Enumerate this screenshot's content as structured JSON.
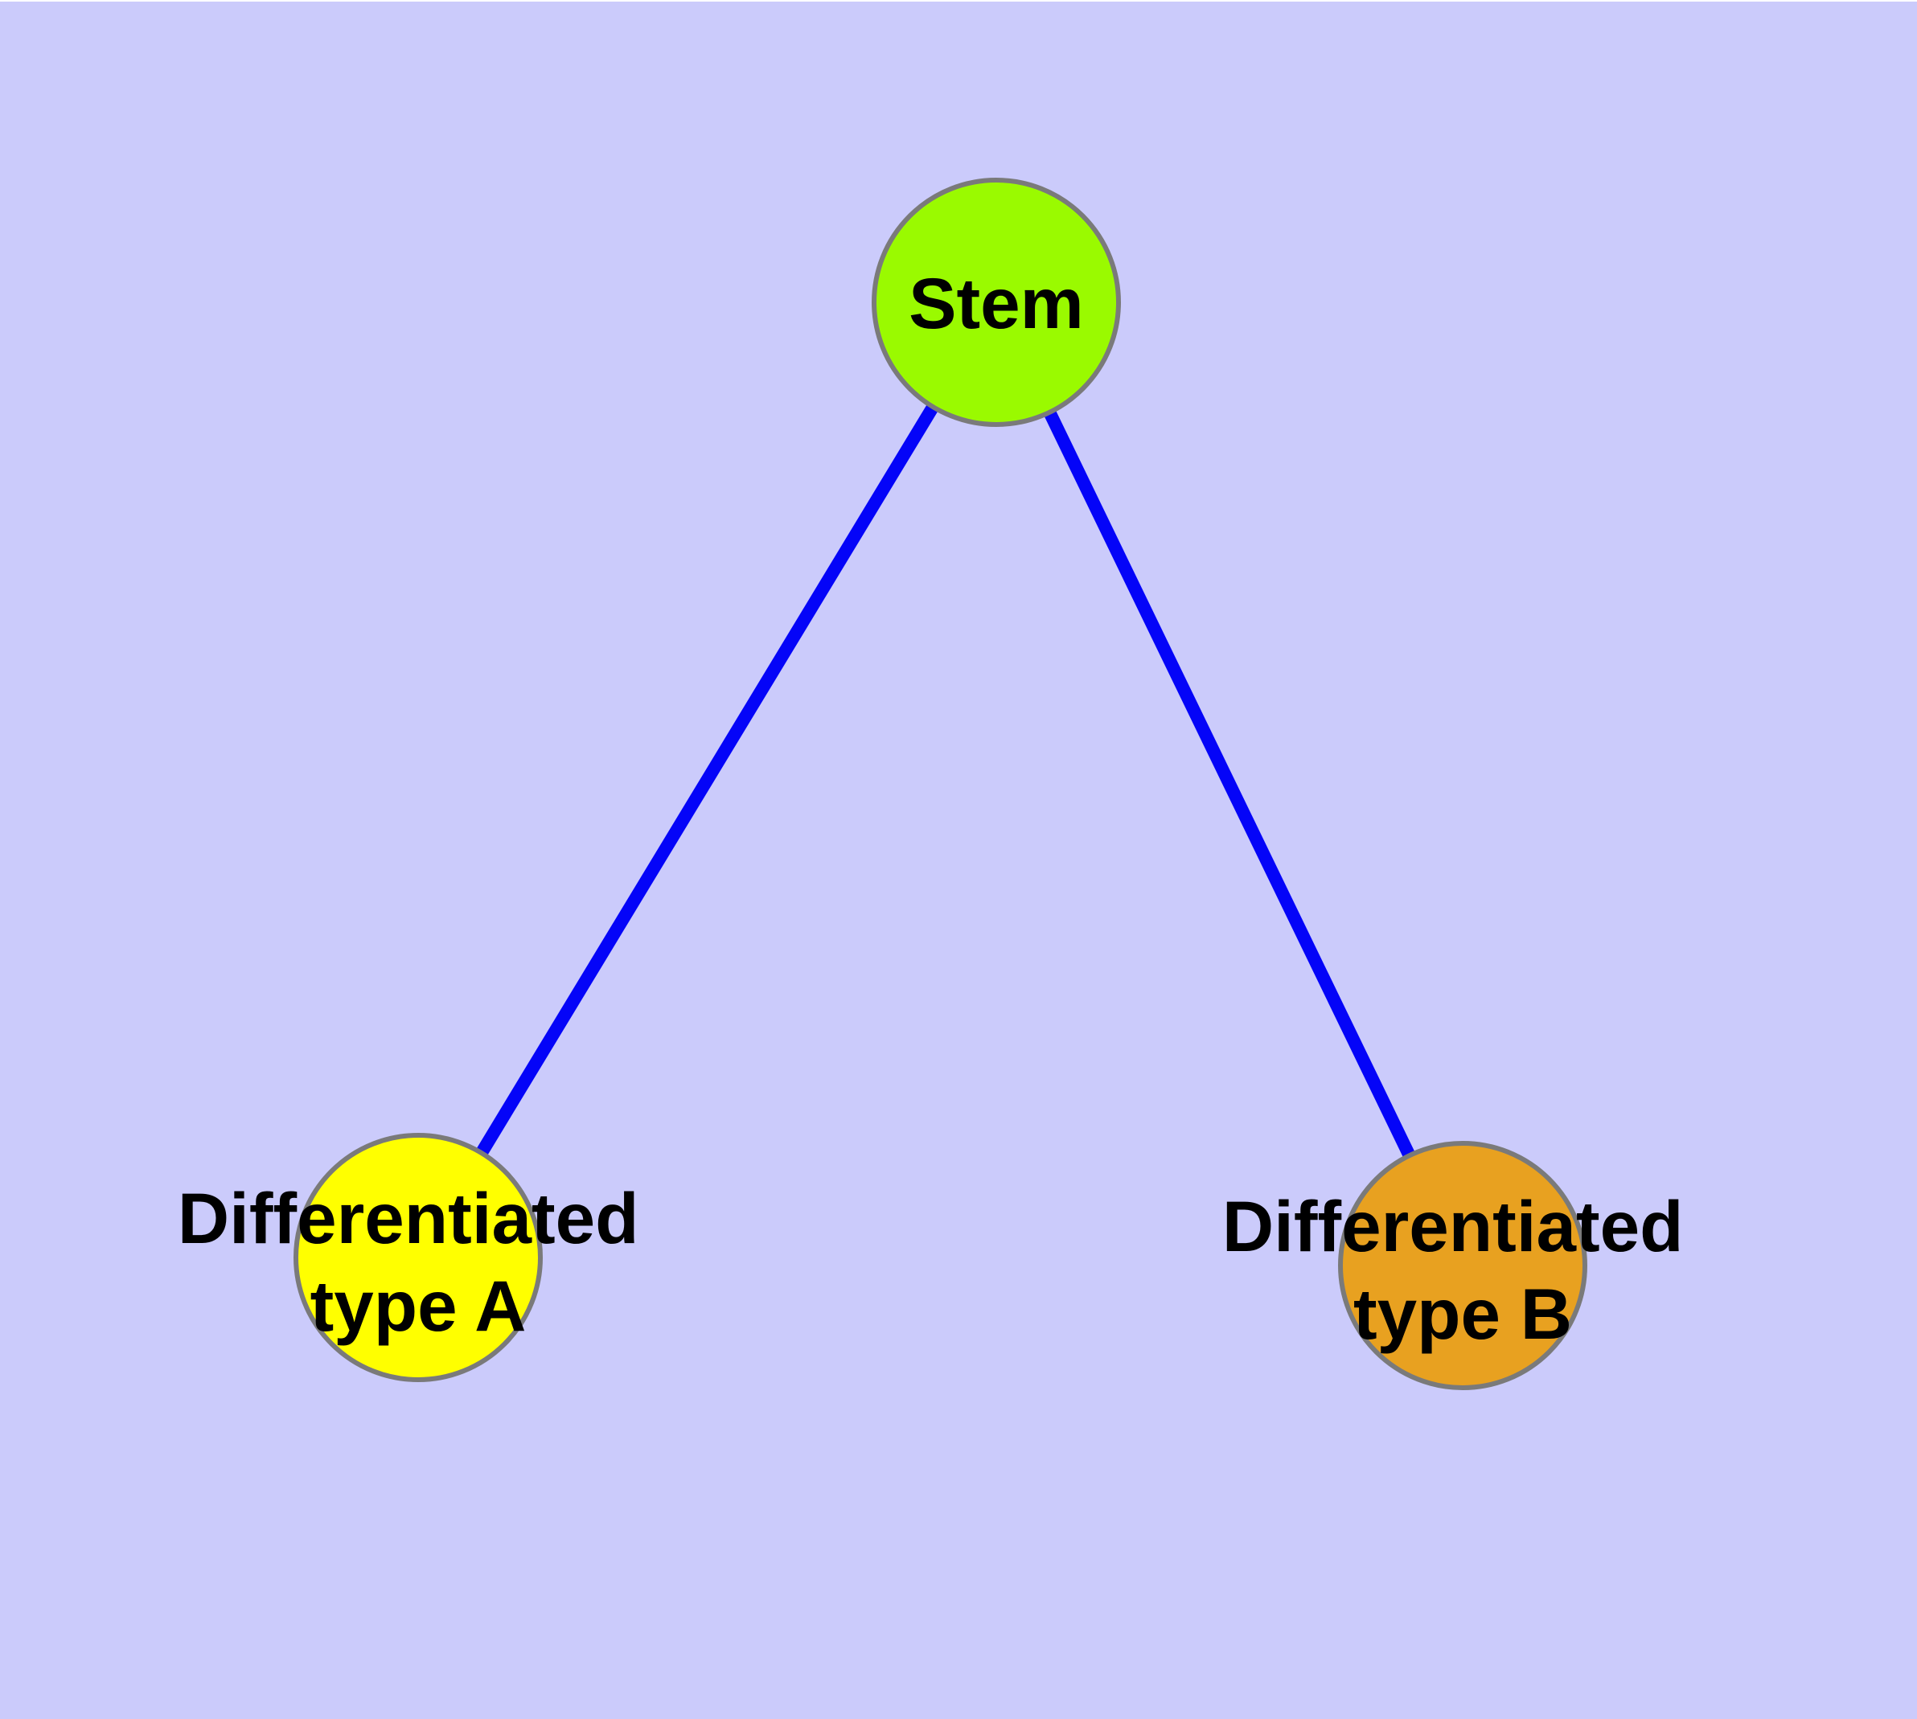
{
  "background_color": "#CBCBFB",
  "top_edge_color": "#FFFFFF",
  "graph": {
    "edge_color": "#0404F8",
    "node_border_color": "#7A7A7A",
    "label_color": "#000000",
    "nodes": [
      {
        "id": "stem",
        "label": "Stem",
        "fill": "#9AFA00"
      },
      {
        "id": "differentiated-type-a",
        "label": "Differentiated type A",
        "lines": [
          "Differentiated",
          "type A"
        ],
        "fill": "#FFFF00"
      },
      {
        "id": "differentiated-type-b",
        "label": "Differentiated type B",
        "lines": [
          "Differentiated",
          "type B"
        ],
        "fill": "#E8A120"
      }
    ],
    "edges": [
      {
        "from": "Stem",
        "to": "Differentiated type A"
      },
      {
        "from": "Stem",
        "to": "Differentiated type B"
      }
    ]
  }
}
